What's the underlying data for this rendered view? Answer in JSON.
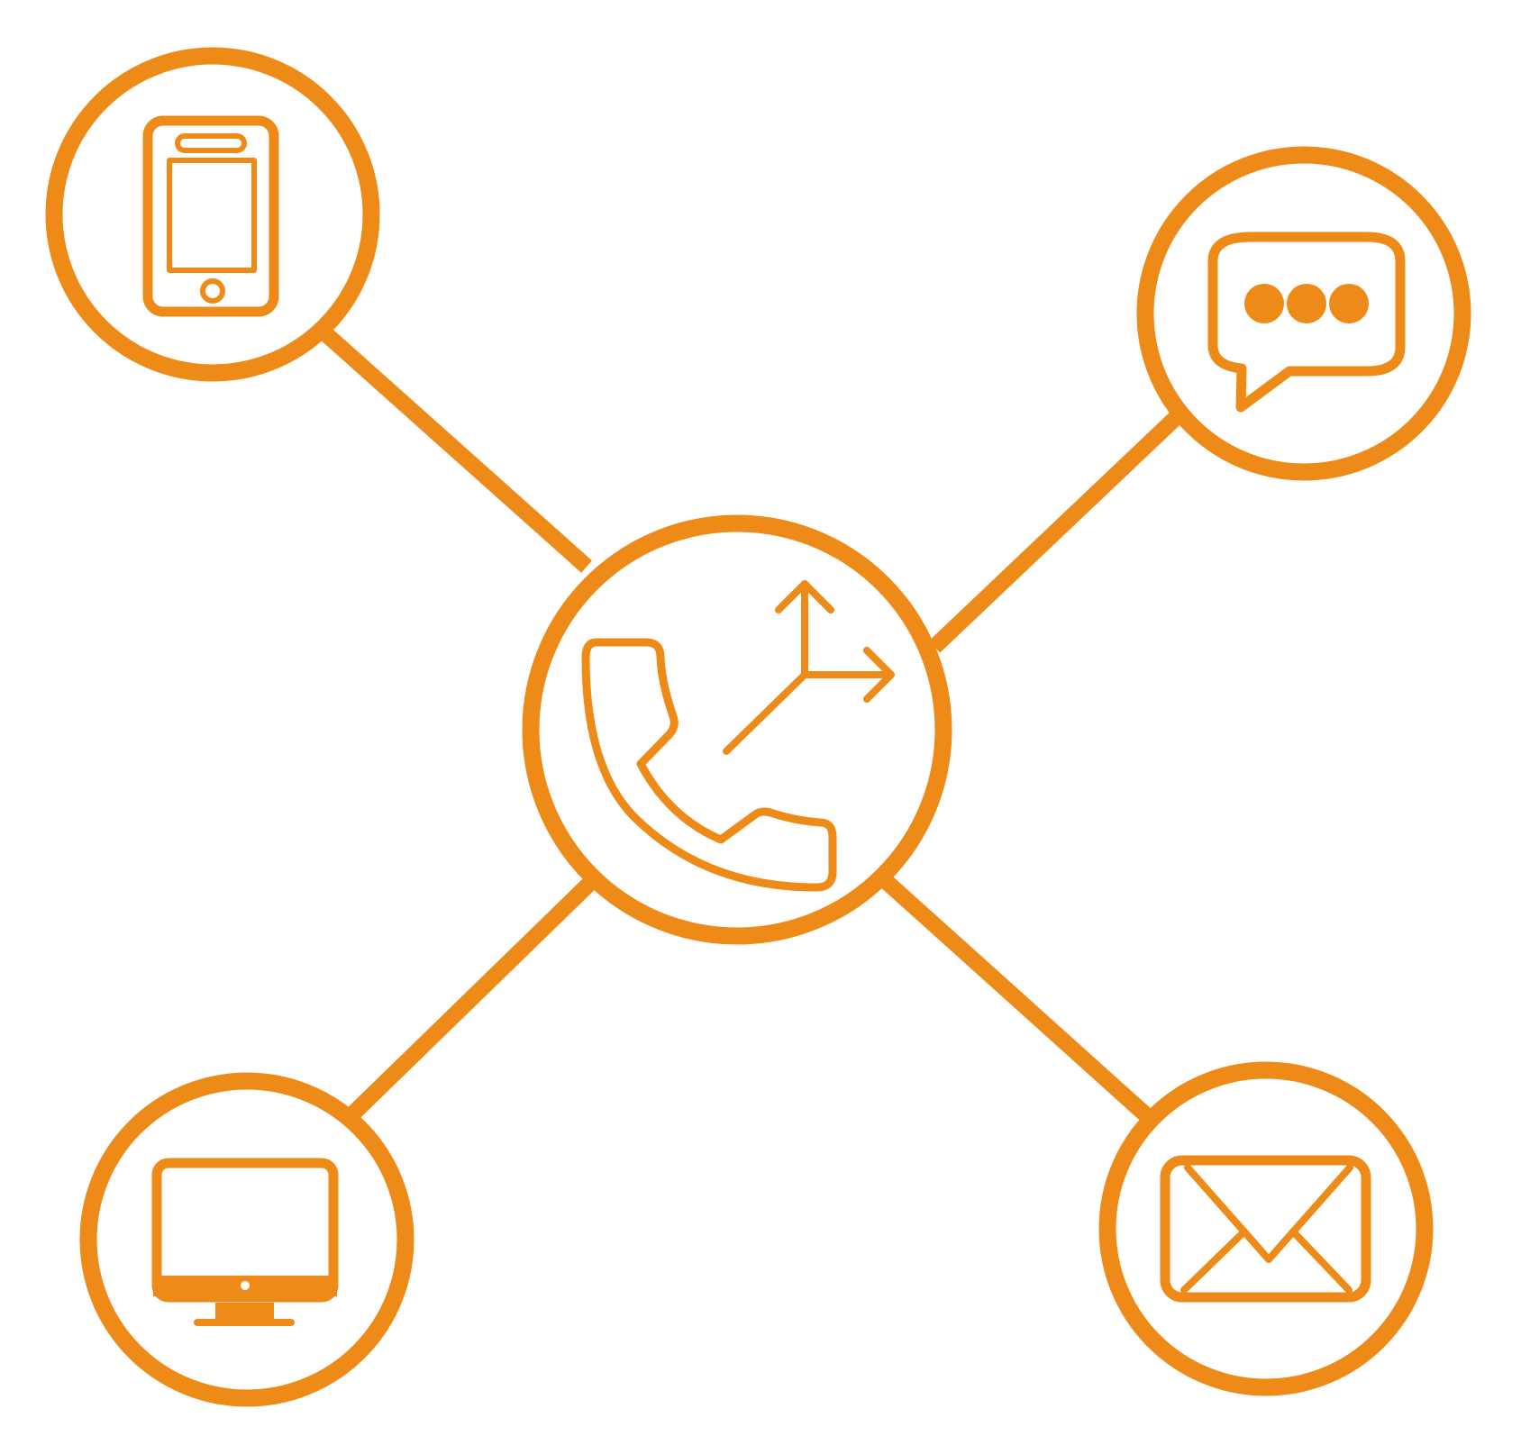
{
  "diagram": {
    "colors": {
      "accent": "#EE8A17",
      "background": "#FFFFFF"
    },
    "center_node": {
      "icon": "phone-call-forward-icon"
    },
    "nodes": [
      {
        "id": "mobile",
        "icon": "smartphone-icon"
      },
      {
        "id": "chat",
        "icon": "chat-bubble-icon"
      },
      {
        "id": "desktop",
        "icon": "desktop-monitor-icon"
      },
      {
        "id": "email",
        "icon": "envelope-icon"
      }
    ],
    "connectors": [
      {
        "from": "center",
        "to": "mobile"
      },
      {
        "from": "center",
        "to": "chat"
      },
      {
        "from": "center",
        "to": "desktop"
      },
      {
        "from": "center",
        "to": "email"
      }
    ]
  }
}
